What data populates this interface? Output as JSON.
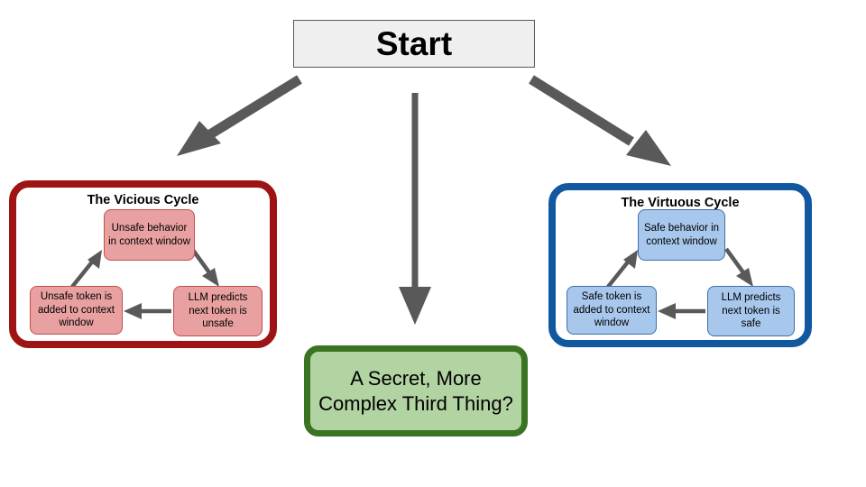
{
  "diagram": {
    "title_node": {
      "label": "Start"
    },
    "branches": [
      {
        "name": "to-vicious-cycle",
        "direction": "down-left"
      },
      {
        "name": "to-secret-thing",
        "direction": "down"
      },
      {
        "name": "to-virtuous-cycle",
        "direction": "down-right"
      }
    ],
    "vicious_cycle": {
      "title": "The Vicious Cycle",
      "border_color": "#9e1313",
      "node_fill": "#e8a0a0",
      "node_border": "#c0504d",
      "nodes": [
        {
          "id": "top",
          "text": "Unsafe behavior in context window"
        },
        {
          "id": "right",
          "text": "LLM predicts next token is unsafe"
        },
        {
          "id": "left",
          "text": "Unsafe token is added to context window"
        }
      ]
    },
    "virtuous_cycle": {
      "title": "The Virtuous Cycle",
      "border_color": "#1258a0",
      "node_fill": "#a7c7ec",
      "node_border": "#3f6fab",
      "nodes": [
        {
          "id": "top",
          "text": "Safe behavior in context window"
        },
        {
          "id": "right",
          "text": "LLM predicts next token is safe"
        },
        {
          "id": "left",
          "text": "Safe token is added to context window"
        }
      ]
    },
    "third_option": {
      "text": "A Secret, More Complex Third Thing?",
      "fill": "#b2d3a2",
      "border_color": "#3a7322"
    },
    "colors": {
      "arrow_gray": "#595959",
      "start_fill": "#efefef",
      "start_border": "#595959",
      "background": "#ffffff"
    }
  }
}
